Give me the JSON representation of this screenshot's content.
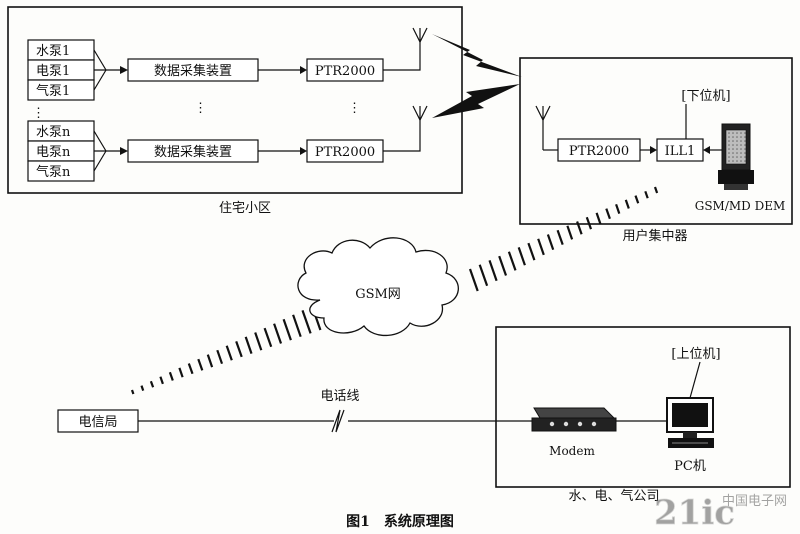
{
  "residential_area": {
    "label": "住宅小区",
    "group1": {
      "items": [
        "水泵1",
        "电泵1",
        "气泵1"
      ],
      "collector": "数据采集装置",
      "radio": "PTR2000"
    },
    "groupn": {
      "items": [
        "水泵n",
        "电泵n",
        "气泵n"
      ],
      "collector": "数据采集装置",
      "radio": "PTR2000"
    },
    "ellipsis": "⋮"
  },
  "concentrator": {
    "label": "用户集中器",
    "radio": "PTR2000",
    "controller": "ILL1",
    "lower_machine": "[下位机]",
    "modem_label": "GSM/MD DEM"
  },
  "network": {
    "cloud_label": "GSM网"
  },
  "telecom": {
    "label": "电信局",
    "phone_line": "电话线"
  },
  "utility": {
    "label": "水、电、气公司",
    "modem": "Modem",
    "pc": "PC机",
    "upper_machine": "[上位机]"
  },
  "caption": "图1　系统原理图",
  "watermark": {
    "text": "21ic",
    "site": "中国电子网"
  }
}
